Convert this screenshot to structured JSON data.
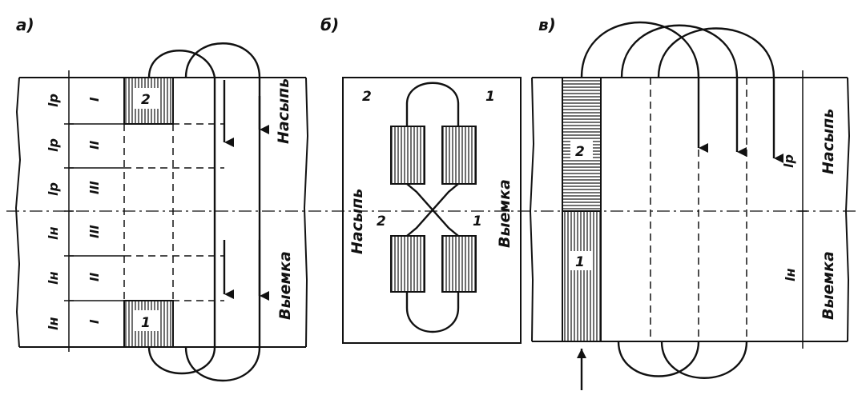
{
  "figure": {
    "panel_a": {
      "label": "а)",
      "zone_labels": [
        "Насыпь",
        "Выемка"
      ],
      "band_labels": [
        "I",
        "II",
        "III",
        "III",
        "II",
        "I"
      ],
      "dim_labels": [
        "lр",
        "lр",
        "lр",
        "lн",
        "lн",
        "lн"
      ],
      "block_numbers": [
        "2",
        "1"
      ]
    },
    "panel_b": {
      "label": "б)",
      "zone_labels": [
        "Насыпь",
        "Выемка"
      ],
      "numbers": [
        "2",
        "1",
        "2",
        "1"
      ]
    },
    "panel_c": {
      "label": "в)",
      "zone_labels": [
        "Насыпь",
        "Выемка"
      ],
      "dim_labels": [
        "lр",
        "lн"
      ],
      "block_numbers": [
        "2",
        "1"
      ]
    }
  }
}
